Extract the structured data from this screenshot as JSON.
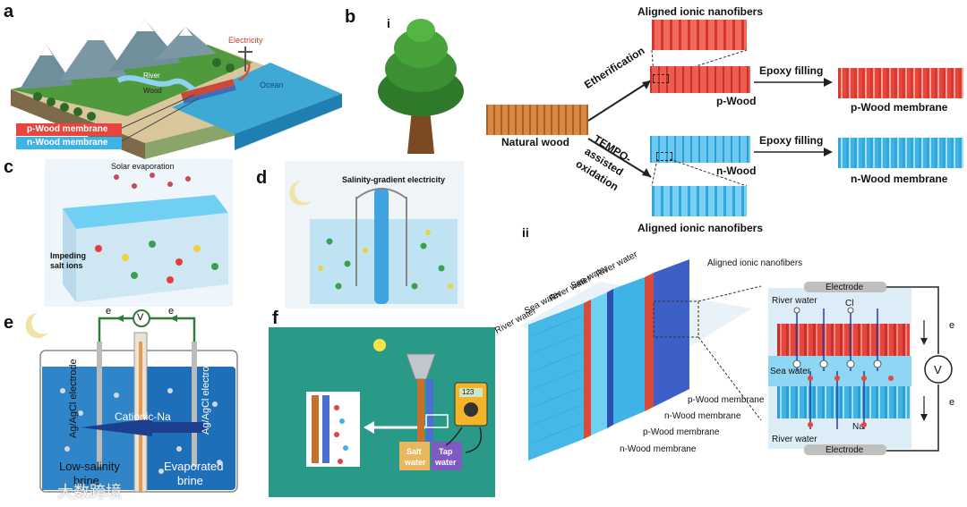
{
  "panels": {
    "a": {
      "label": "a",
      "electricity": "Electricity",
      "river": "River",
      "wood": "Wood",
      "ocean": "Ocean",
      "legend_p": "p-Wood membrane",
      "legend_n": "n-Wood membrane"
    },
    "b": {
      "label": "b",
      "sub_i": "i",
      "sub_ii": "ii",
      "natural_wood": "Natural wood",
      "aligned_top": "Aligned ionic nanofibers",
      "aligned_bottom": "Aligned ionic nanofibers",
      "etherification": "Etherification",
      "tempo_line1": "TEMPO-",
      "tempo_line2": "assisted",
      "tempo_line3": "oxidation",
      "p_wood": "p-Wood",
      "n_wood": "n-Wood",
      "epoxy_top": "Epoxy filling",
      "epoxy_bottom": "Epoxy filling",
      "p_membrane": "p-Wood membrane",
      "n_membrane": "n-Wood membrane",
      "stack_labels": [
        "River water",
        "Sea water",
        "River water",
        "Sea water",
        "River water"
      ],
      "stack_membranes": [
        "p-Wood membrane",
        "n-Wood membrane",
        "p-Wood membrane",
        "n-Wood membrane"
      ],
      "aligned_ii": "Aligned ionic nanofibers",
      "electrode_top": "Electrode",
      "electrode_bottom": "Electrode",
      "detail_river_top": "River water",
      "detail_sea": "Sea water",
      "detail_river_bottom": "River water",
      "cl": "Cl",
      "na": "Na",
      "electron": "e",
      "volt": "V"
    },
    "c": {
      "label": "c",
      "solar": "Solar evaporation",
      "impeding1": "Impeding",
      "impeding2": "salt ions"
    },
    "d": {
      "label": "d",
      "title": "Salinity-gradient electricity"
    },
    "e": {
      "label": "e",
      "electrode_left": "Ag/AgCl electrode",
      "electrode_right": "Ag/AgCl electrode",
      "cationic": "Cationic-Na",
      "low1": "Low-salinity",
      "low2": "brine",
      "evap1": "Evaporated",
      "evap2": "brine",
      "electron": "e",
      "volt": "V"
    },
    "f": {
      "label": "f",
      "salt1": "Salt",
      "salt2": "water",
      "tap1": "Tap",
      "tap2": "water",
      "meter": "123"
    }
  },
  "watermark": "大数跨境",
  "colors": {
    "p_red": "#e8453c",
    "n_blue": "#3fb3e6",
    "wood_brown": "#c7702d",
    "teal_bg": "#2a9a88"
  }
}
